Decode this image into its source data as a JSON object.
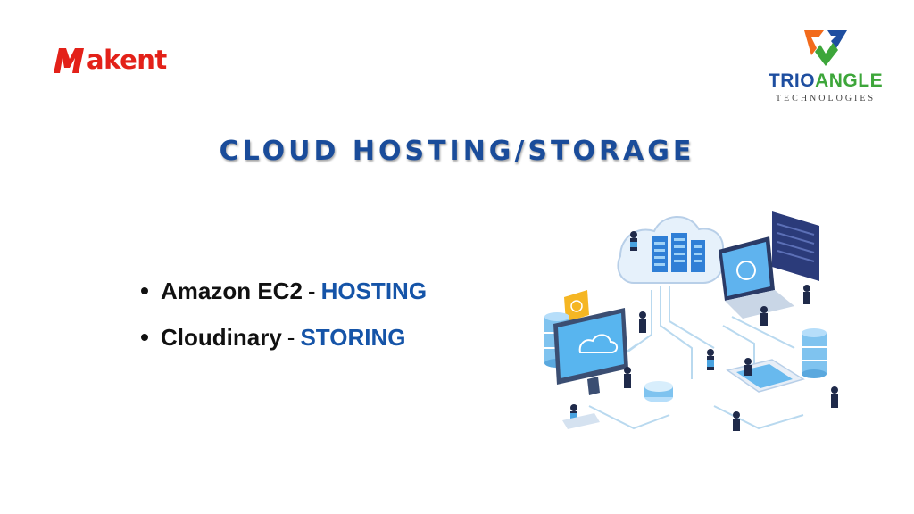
{
  "left_logo": {
    "text": "akent",
    "mark_letter": "M",
    "color": "#e32119"
  },
  "right_logo": {
    "name_part1": "TRIO",
    "name_part2": "ANGLE",
    "subtitle": "TECHNOLOGIES",
    "colors": {
      "blue": "#1e4ea0",
      "green": "#3da63a",
      "orange": "#f26a1b"
    }
  },
  "title": "CLOUD HOSTING/STORAGE",
  "bullets": [
    {
      "item": "Amazon EC2",
      "separator": "-",
      "role": "HOSTING"
    },
    {
      "item": "Cloudinary",
      "separator": "-",
      "role": "STORING"
    }
  ],
  "illustration": {
    "icon": "cloud-hosting-isometric-illustration"
  },
  "colors": {
    "title": "#1a4c9a",
    "accent": "#1554a8",
    "text": "#111111"
  }
}
